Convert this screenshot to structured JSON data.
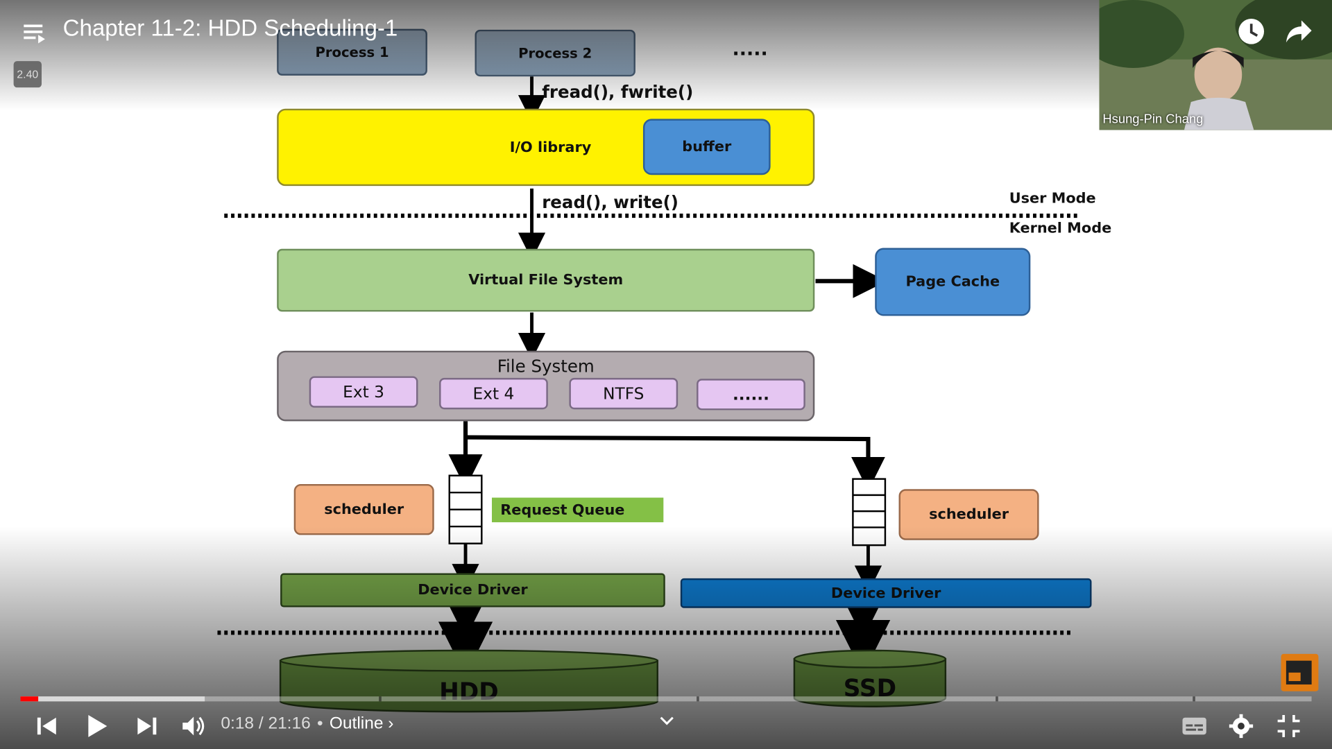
{
  "video": {
    "title": "Chapter 11-2: HDD Scheduling-1",
    "speed_badge": "2.40",
    "presenter_name": "Hsung-Pin Chang",
    "time_display": "0:18 / 21:16",
    "outline_label": "Outline",
    "progress_played_fraction": 0.014,
    "progress_buffered_fraction": 0.143
  },
  "diagram": {
    "process1": "Process 1",
    "process2": "Process 2",
    "process_more": ".....",
    "call_fread": "fread(), fwrite()",
    "io_library": "I/O library",
    "buffer": "buffer",
    "call_read": "read(), write()",
    "user_mode": "User Mode",
    "kernel_mode": "Kernel Mode",
    "vfs": "Virtual File System",
    "page_cache": "Page Cache",
    "file_system": "File System",
    "fs_items": [
      "Ext 3",
      "Ext 4",
      "NTFS",
      "......"
    ],
    "scheduler_left": "scheduler",
    "scheduler_right": "scheduler",
    "request_queue": "Request Queue",
    "device_driver_left": "Device Driver",
    "device_driver_right": "Device Driver",
    "hdd": "HDD",
    "ssd": "SSD"
  },
  "icons": {
    "menu": "playlist-icon",
    "clock": "watch-later-icon",
    "share": "share-icon",
    "prev": "previous-icon",
    "play": "play-icon",
    "next": "next-icon",
    "volume": "volume-icon",
    "chevron": "chevron-down-icon",
    "captions": "captions-icon",
    "settings": "settings-icon",
    "exit_fullscreen": "exit-fullscreen-icon"
  },
  "colors": {
    "progress_played": "#ff0000",
    "io_library": "#fff200",
    "vfs": "#a9d08e",
    "page_cache": "#4a8fd4"
  }
}
